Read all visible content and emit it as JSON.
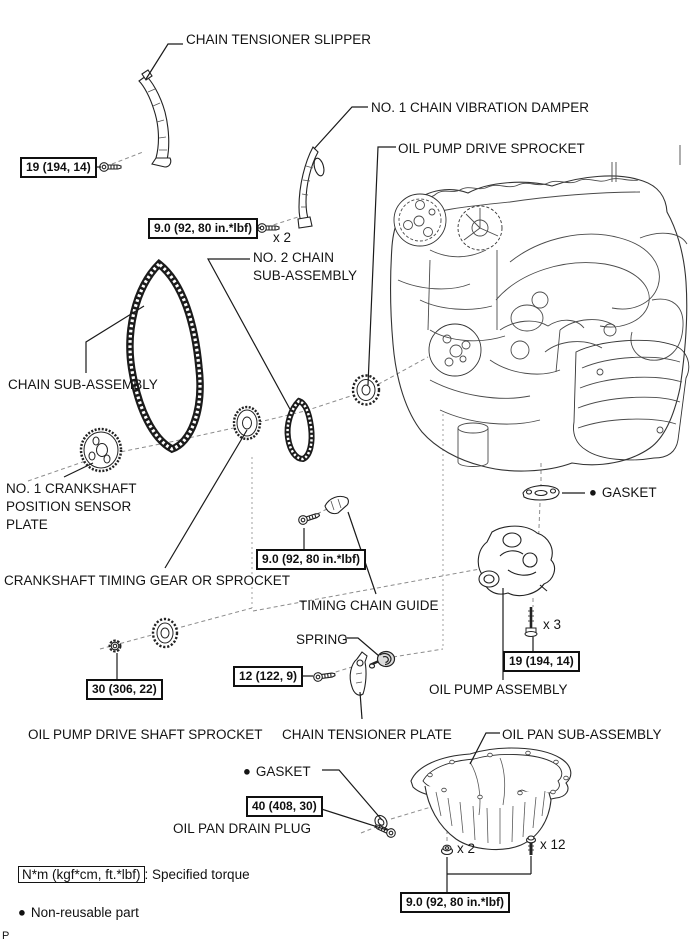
{
  "page": {
    "marker": "P"
  },
  "labels": {
    "chain_tensioner_slipper": "CHAIN TENSIONER SLIPPER",
    "no1_chain_vibration_damper": "NO. 1 CHAIN VIBRATION DAMPER",
    "oil_pump_drive_sprocket": "OIL PUMP DRIVE SPROCKET",
    "no2_chain_sub_assembly": "NO. 2 CHAIN\nSUB-ASSEMBLY",
    "chain_sub_assembly": "CHAIN SUB-ASSEMBLY",
    "no1_crankshaft_position_sensor_plate": "NO. 1 CRANKSHAFT\nPOSITION SENSOR\nPLATE",
    "crankshaft_timing_gear": "CRANKSHAFT TIMING GEAR OR SPROCKET",
    "timing_chain_guide": "TIMING CHAIN GUIDE",
    "spring": "SPRING",
    "chain_tensioner_plate": "CHAIN TENSIONER PLATE",
    "oil_pump_drive_shaft_sprocket": "OIL PUMP DRIVE SHAFT SPROCKET",
    "oil_pump_assembly": "OIL PUMP ASSEMBLY",
    "oil_pan_sub_assembly": "OIL PAN SUB-ASSEMBLY",
    "gasket_top": "GASKET",
    "gasket_bottom": "GASKET",
    "oil_pan_drain_plug": "OIL PAN DRAIN PLUG"
  },
  "torques": [
    {
      "value": "19 (194, 14)"
    },
    {
      "value": "9.0 (92, 80 in.*lbf)"
    },
    {
      "value": "9.0 (92, 80 in.*lbf)"
    },
    {
      "value": "30 (306, 22)"
    },
    {
      "value": "12 (122, 9)"
    },
    {
      "value": "19 (194, 14)"
    },
    {
      "value": "40 (408, 30)"
    },
    {
      "value": "9.0 (92, 80 in.*lbf)"
    }
  ],
  "quantities": {
    "damper_bolts": "x 2",
    "oil_pump_bolts": "x 3",
    "oil_pan_nuts": "x 2",
    "oil_pan_bolts": "x 12"
  },
  "legend": {
    "bullet": "●",
    "torque_box": "N*m (kgf*cm, ft.*lbf)",
    "torque_desc": ": Specified torque",
    "non_reusable": "Non-reusable part"
  }
}
